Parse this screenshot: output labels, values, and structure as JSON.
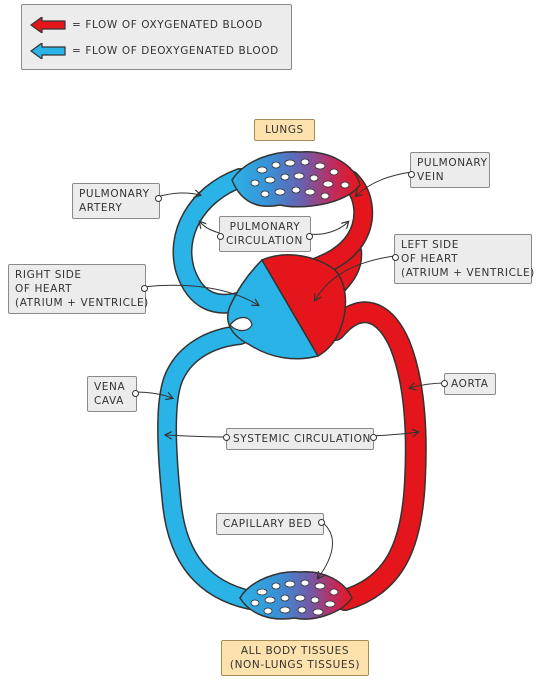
{
  "legend": {
    "oxygenated": "= FLOW OF OXYGENATED BLOOD",
    "deoxygenated": "= FLOW OF DEOXYGENATED BLOOD",
    "oxygenated_color": "#e5161b",
    "deoxygenated_color": "#2ab3e6"
  },
  "labels": {
    "lungs": "LUNGS",
    "pulmonary_artery": [
      "PULMONARY",
      "ARTERY"
    ],
    "pulmonary_vein": [
      "PULMONARY",
      "VEIN"
    ],
    "pulmonary_circulation": [
      "PULMONARY",
      "CIRCULATION"
    ],
    "left_side_heart": [
      "LEFT SIDE",
      "OF HEART",
      "(ATRIUM + VENTRICLE)"
    ],
    "right_side_heart": [
      "RIGHT SIDE",
      "OF HEART",
      "(ATRIUM + VENTRICLE)"
    ],
    "vena_cava": [
      "VENA",
      "CAVA"
    ],
    "aorta": "AORTA",
    "systemic_circulation": "SYSTEMIC CIRCULATION",
    "capillary_bed": "CAPILLARY BED",
    "body_tissues": [
      "ALL BODY TISSUES",
      "(NON-LUNGS TISSUES)"
    ]
  },
  "colors": {
    "oxygenated": "#e5161b",
    "deoxygenated": "#2ab3e6",
    "label_box": "#ececec",
    "highlight_box": "#fde2ae"
  }
}
